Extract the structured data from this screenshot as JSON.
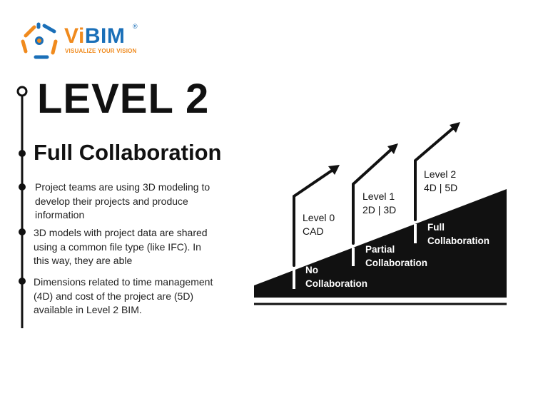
{
  "logo": {
    "brand_vi": "Vi",
    "brand_bim": "BIM",
    "registered": "®",
    "tagline": "VISUALIZE YOUR VISION"
  },
  "heading": {
    "title": "LEVEL 2",
    "subtitle": "Full Collaboration"
  },
  "bullets": [
    {
      "text": "Project teams are using 3D modeling to develop their projects and produce information"
    },
    {
      "text": "3D models with project data are shared using a common file type (like IFC). In this way, they are able"
    },
    {
      "text": "Dimensions related to time management (4D) and cost of the project are (5D) available in Level 2 BIM."
    }
  ],
  "diagram": {
    "levels": [
      {
        "line1": "Level 0",
        "line2": "CAD",
        "stage1": "No",
        "stage2": "Collaboration"
      },
      {
        "line1": "Level 1",
        "line2": "2D | 3D",
        "stage1": "Partial",
        "stage2": "Collaboration"
      },
      {
        "line1": "Level 2",
        "line2": "4D | 5D",
        "stage1": "Full",
        "stage2": "Collaboration"
      }
    ]
  },
  "colors": {
    "logo_orange": "#f08a1d",
    "logo_blue": "#1a6fb8",
    "ink": "#111111"
  }
}
